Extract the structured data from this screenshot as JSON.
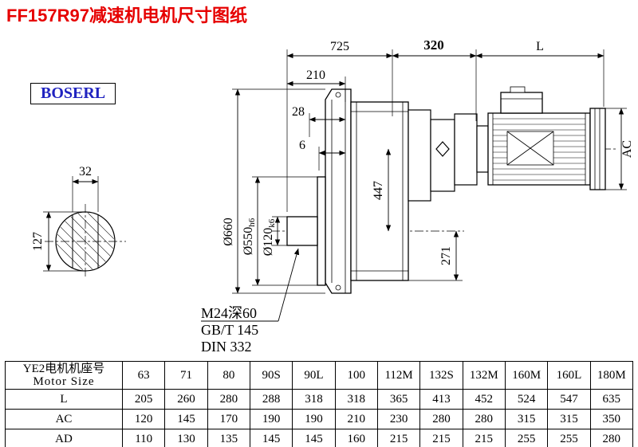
{
  "page": {
    "title": "FF157R97减速机电机尺寸图纸"
  },
  "brand": {
    "logo": "BOSERL"
  },
  "colors": {
    "title_red": "#e60000",
    "logo_blue": "#2023c0",
    "line_black": "#000000"
  },
  "drawing": {
    "dims": {
      "d725": "725",
      "d320": "320",
      "dL": "L",
      "d210": "210",
      "d28": "28",
      "d6": "6",
      "d32": "32",
      "d127": "127",
      "d447": "447",
      "d271": "271",
      "dAC": "AC",
      "d660": "Ø660",
      "d550": "Ø550",
      "d550_sub": "h6",
      "d120": "Ø120",
      "d120_sub": "k6"
    },
    "notes": {
      "tap": "M24深60",
      "gb": "GB/T 145",
      "din": "DIN 332"
    }
  },
  "table": {
    "header": {
      "line1": "YE2电机机座号",
      "line2": "Motor Size"
    },
    "columns": [
      "63",
      "71",
      "80",
      "90S",
      "90L",
      "100",
      "112M",
      "132S",
      "132M",
      "160M",
      "160L",
      "180M"
    ],
    "rows": [
      {
        "label": "L",
        "values": [
          "205",
          "260",
          "280",
          "288",
          "318",
          "318",
          "365",
          "413",
          "452",
          "524",
          "547",
          "635"
        ]
      },
      {
        "label": "AC",
        "values": [
          "120",
          "145",
          "170",
          "190",
          "190",
          "210",
          "230",
          "280",
          "280",
          "315",
          "315",
          "350"
        ]
      },
      {
        "label": "AD",
        "values": [
          "110",
          "130",
          "135",
          "145",
          "145",
          "160",
          "215",
          "215",
          "215",
          "255",
          "255",
          "280"
        ]
      }
    ]
  }
}
